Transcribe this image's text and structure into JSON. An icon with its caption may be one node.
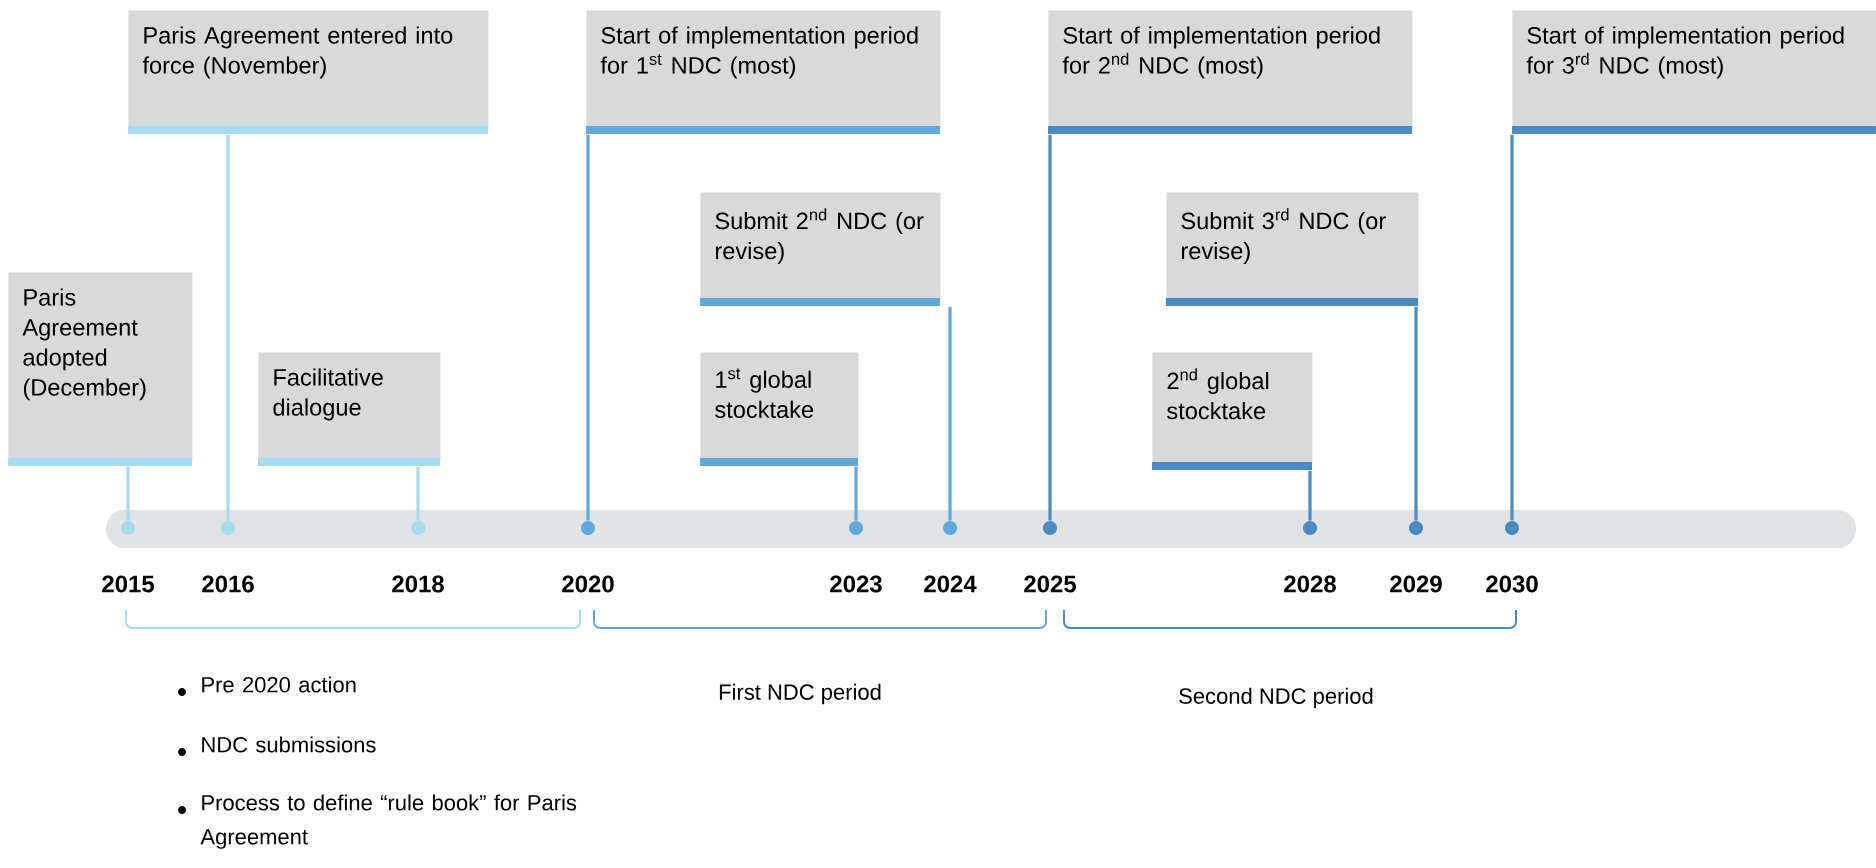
{
  "diagram": {
    "nodes": [
      {
        "text": [
          "Paris Agreement adopted (December)"
        ]
      },
      {
        "text": [
          "Paris Agreement entered into force (November)"
        ]
      },
      {
        "text": [
          "Facilitative dialogue"
        ]
      },
      {
        "text": [
          "Start of implementation period for 1$^{st}$ NDC (most)"
        ]
      },
      {
        "text": [
          "Submit 2$^{nd}$ NDC (or revise)"
        ]
      },
      {
        "text": [
          "1$^{st}$ global stocktake"
        ]
      },
      {
        "text": [
          "Start of implementation period for 2$^{nd}$ NDC (most)"
        ]
      },
      {
        "text": [
          "Submit 3$^{rd}$ NDC (or revise)"
        ]
      },
      {
        "text": [
          "2$^{nd}$ global stocktake"
        ]
      },
      {
        "text": [
          "Start of implementation period for 3$^{rd}$ NDC (most)"
        ]
      },
      {
        "text": [],
        "shape": "circle"
      },
      {
        "text": [],
        "shape": "circle"
      },
      {
        "text": [],
        "shape": "circle"
      },
      {
        "text": [],
        "shape": "circle"
      },
      {
        "text": [],
        "shape": "circle"
      },
      {
        "text": [],
        "shape": "circle"
      },
      {
        "text": [],
        "shape": "circle"
      },
      {
        "text": [],
        "shape": "circle"
      },
      {
        "text": [],
        "shape": "circle"
      },
      {
        "text": [],
        "shape": "circle"
      }
    ],
    "edges": [
      {
        "from": 0,
        "to": 10,
        "arrow": "none",
        "color": "#a6dbf0"
      },
      {
        "from": 1,
        "to": 11,
        "arrow": "none",
        "color": "#a6dbf0"
      },
      {
        "from": 2,
        "to": 12,
        "arrow": "none",
        "color": "#a6dbf0"
      },
      {
        "from": 3,
        "to": 13,
        "arrow": "none",
        "color": "#5fa9dc"
      },
      {
        "from": 5,
        "to": 14,
        "arrow": "none",
        "color": "#5fa9dc"
      },
      {
        "from": 4,
        "to": 15,
        "arrow": "none",
        "color": "#5fa9dc"
      },
      {
        "from": 6,
        "to": 16,
        "arrow": "none"
      },
      {
        "from": 8,
        "to": 17,
        "arrow": "none"
      },
      {
        "from": 7,
        "to": 18,
        "arrow": "none"
      },
      {
        "from": 9,
        "to": 19,
        "arrow": "none"
      }
    ],
    "labels": [
      "2015",
      "2016",
      "2018",
      "2020",
      "2023",
      "2024",
      "2025",
      "2028",
      "2029",
      "2030",
      "Pre 2020 action",
      "NDC submissions",
      "Process to define “rule book” for Paris Agreement",
      "First NDC period",
      "Second NDC period"
    ]
  }
}
